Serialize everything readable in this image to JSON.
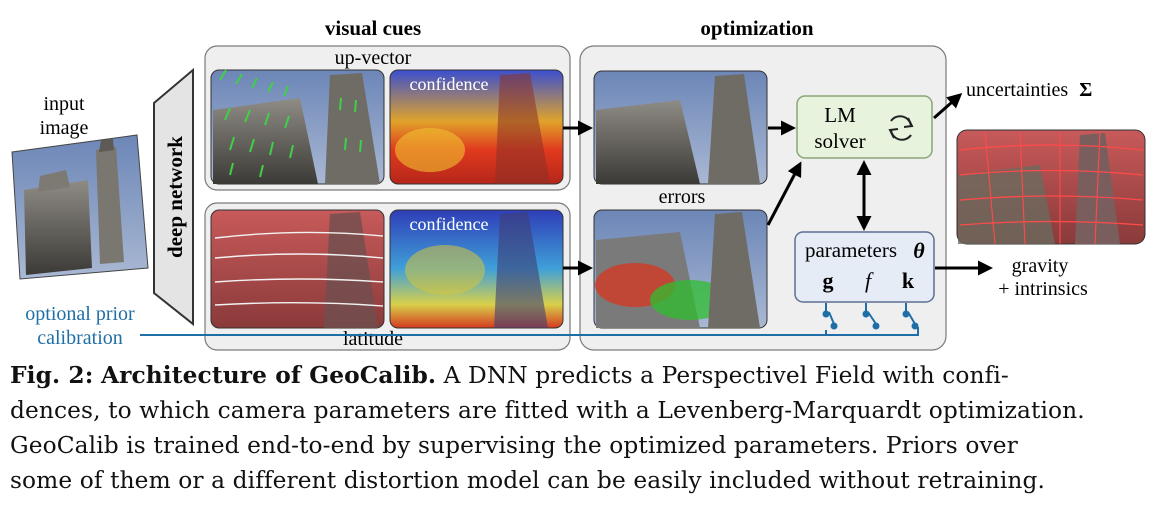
{
  "figure": {
    "headings": {
      "visual_cues": "visual cues",
      "optimization": "optimization"
    },
    "input_label": {
      "line1": "input",
      "line2": "image"
    },
    "network_label": "deep network",
    "up_vector_label": "up-vector",
    "latitude_label": "latitude",
    "confidence_label": "confidence",
    "errors_label": "errors",
    "solver": {
      "line1": "LM",
      "line2": "solver"
    },
    "parameters": {
      "title": "parameters",
      "theta": "θ",
      "g": "g",
      "f": "f",
      "k": "k"
    },
    "outputs": {
      "uncertainties": "uncertainties",
      "sigma": "Σ",
      "gravity": "gravity",
      "intrinsics": "+ intrinsics"
    },
    "prior": {
      "line1": "optional prior",
      "line2": "calibration"
    },
    "colors": {
      "panel_fill": "#efefef",
      "panel_stroke": "#7a7a7a",
      "solver_fill": "#e8f3dd",
      "solver_stroke": "#8aa576",
      "params_fill": "#e6ecf6",
      "params_stroke": "#5d6f93",
      "prior_blue": "#1f6fa6"
    }
  },
  "caption": {
    "fig_number": "Fig. 2:",
    "fig_title": "Architecture of GeoCalib.",
    "lines": [
      " A DNN predicts a Perspectivel Field with confi-",
      "dences, to which camera parameters are fitted with a Levenberg-Marquardt optimization.",
      "GeoCalib is trained end-to-end by supervising the optimized parameters. Priors over",
      "some of them or a different distortion model can be easily included without retraining."
    ]
  }
}
